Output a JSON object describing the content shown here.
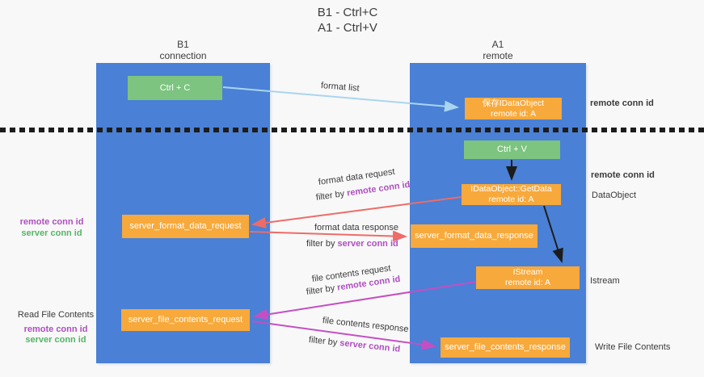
{
  "title": {
    "line1": "B1 - Ctrl+C",
    "line2": "A1 - Ctrl+V"
  },
  "lanes": {
    "left": {
      "name": "B1",
      "subtitle": "connection"
    },
    "right": {
      "name": "A1",
      "subtitle": "remote"
    }
  },
  "boxes": {
    "ctrl_c": "Ctrl + C",
    "ctrl_v": "Ctrl + V",
    "save_idataobject": {
      "line1": "保存IDataObject",
      "line2": "remote id: A"
    },
    "getdata": {
      "line1": "IDataObject::GetData",
      "line2": "remote id: A"
    },
    "istream": {
      "line1": "IStream",
      "line2": "remote id: A"
    },
    "format_request": "server_format_data_request",
    "format_response": "server_format_data_response",
    "file_request": "server_file_contents_request",
    "file_response": "server_file_contents_response"
  },
  "flows": {
    "format_list": "format list",
    "format_request": {
      "label": "format data request",
      "filter_prefix": "filter by",
      "filter_key": "remote conn id"
    },
    "format_response": {
      "label": "format data response",
      "filter_prefix": "filter by",
      "filter_key": "server conn id"
    },
    "file_request": {
      "label": "file contents request",
      "filter_prefix": "filter by",
      "filter_key": "remote conn id"
    },
    "file_response": {
      "label": "file contents response",
      "filter_prefix": "filter by",
      "filter_key": "server conn id"
    }
  },
  "side_labels": {
    "remote_conn_id_top": "remote conn id",
    "remote_conn_id_mid": "remote conn id",
    "dataobject": "DataObject",
    "istream": "Istream",
    "write_file_contents": "Write File Contents",
    "left_format": {
      "remote": "remote conn id",
      "server": "server conn id"
    },
    "left_file": {
      "title": "Read File Contents",
      "remote": "remote conn id",
      "server": "server conn id"
    }
  },
  "colors": {
    "lane_blue": "#4a80d5",
    "box_green": "#7cc47f",
    "box_orange": "#f7a93c",
    "arrow_lightblue": "#a9d5f0",
    "arrow_red": "#ed6c68",
    "arrow_magenta": "#c44fc4",
    "arrow_black": "#1c1c1c",
    "text_purple": "#ae4fc0",
    "text_green": "#55b566",
    "background": "#f8f8f8"
  }
}
